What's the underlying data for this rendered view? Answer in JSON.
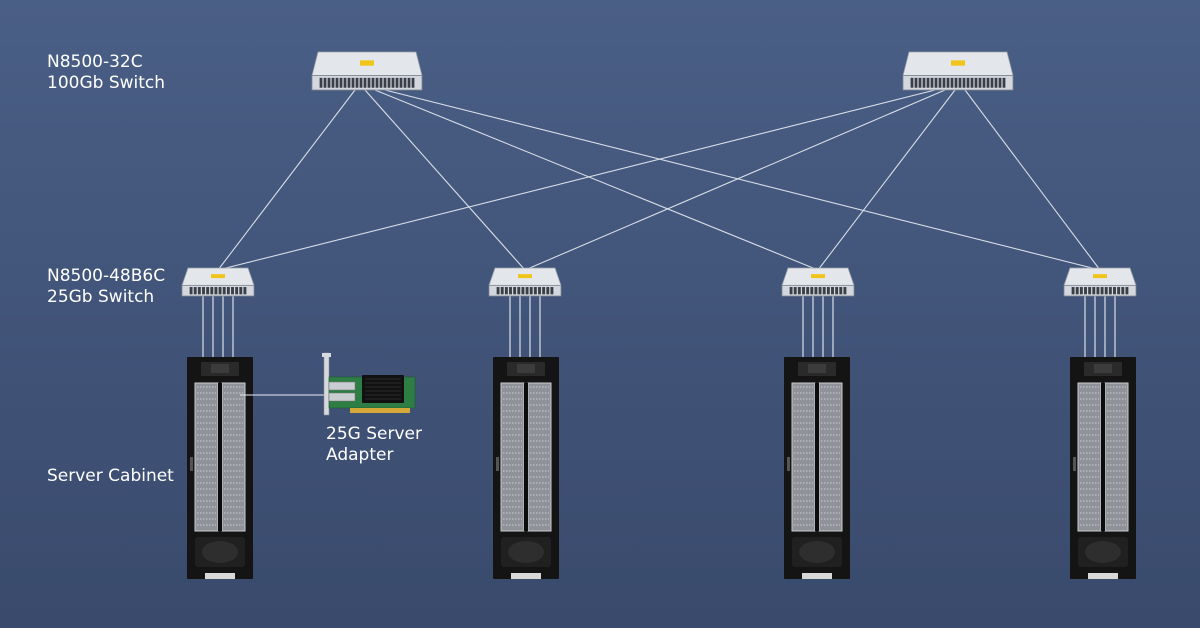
{
  "labels": {
    "spine": {
      "model": "N8500-32C",
      "desc": "100Gb Switch"
    },
    "leaf": {
      "model": "N8500-48B6C",
      "desc": "25Gb Switch"
    },
    "cabinet": "Server Cabinet",
    "adapter": {
      "line1": "25G Server",
      "line2": "Adapter"
    }
  },
  "colors": {
    "background": "#435679",
    "link": "#e8ecf2",
    "switch_body": "#d4d8de",
    "cabinet_body": "#141414",
    "pcb": "#2e7d44"
  },
  "diagram": {
    "spine_switches": [
      "spine-1",
      "spine-2"
    ],
    "leaf_switches": [
      "leaf-1",
      "leaf-2",
      "leaf-3",
      "leaf-4"
    ],
    "server_cabinets": [
      "cabinet-1",
      "cabinet-2",
      "cabinet-3",
      "cabinet-4"
    ],
    "topology": "full-mesh between spine and leaf switches",
    "leaf_to_cabinet_links_each": 4
  }
}
